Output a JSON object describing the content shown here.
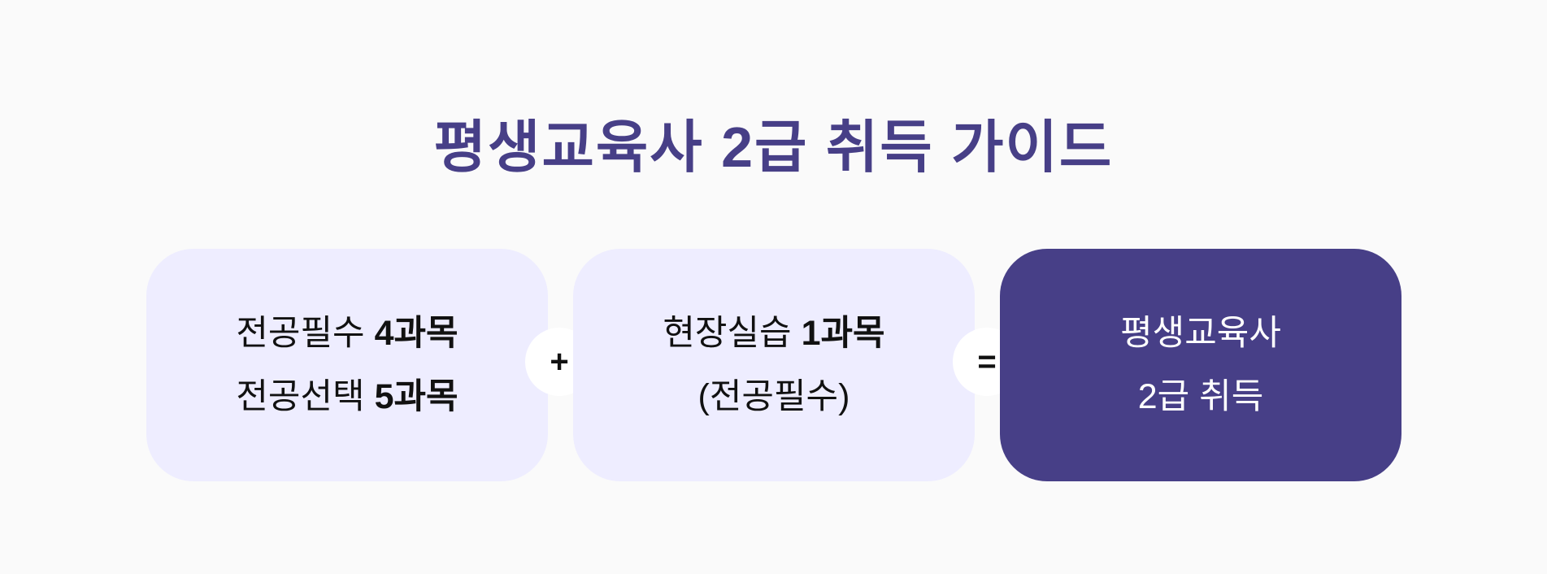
{
  "title": "평생교육사 2급 취득 가이드",
  "boxes": [
    {
      "lines": [
        {
          "text": "전공필수 ",
          "bold": "4과목"
        },
        {
          "text": "전공선택 ",
          "bold": "5과목"
        }
      ]
    },
    {
      "lines": [
        {
          "text": "현장실습 ",
          "bold": "1과목"
        },
        {
          "text": "(전공필수)",
          "bold": ""
        }
      ]
    },
    {
      "lines": [
        {
          "text": "평생교육사",
          "bold": ""
        },
        {
          "text": "2급 취득",
          "bold": ""
        }
      ]
    }
  ],
  "operators": {
    "plus": "+",
    "equals": "="
  },
  "colors": {
    "accent": "#473f87",
    "light_box": "#eeedff",
    "background": "#fafafa"
  }
}
